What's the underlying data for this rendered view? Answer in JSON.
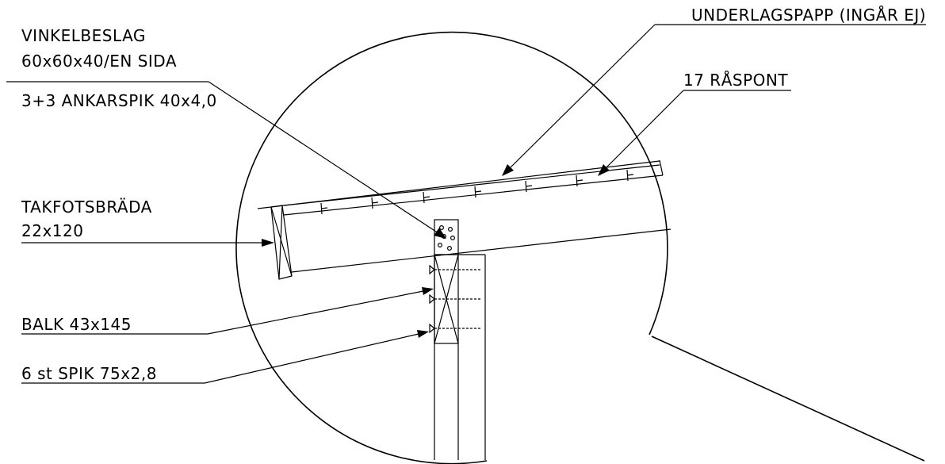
{
  "labels": {
    "underlagspapp": "UNDERLAGSPAPP (INGÅR EJ)",
    "vinkelbeslag_line1": "VINKELBESLAG",
    "vinkelbeslag_line2": "60x60x40/EN SIDA",
    "ankarspik": "3+3 ANKARSPIK 40x4,0",
    "raspont": "17 RÅSPONT",
    "takfotsbrada_line1": "TAKFOTSBRÄDA",
    "takfotsbrada_line2": "22x120",
    "balk": "BALK 43x145",
    "spik": "6  st  SPIK  75x2,8"
  }
}
